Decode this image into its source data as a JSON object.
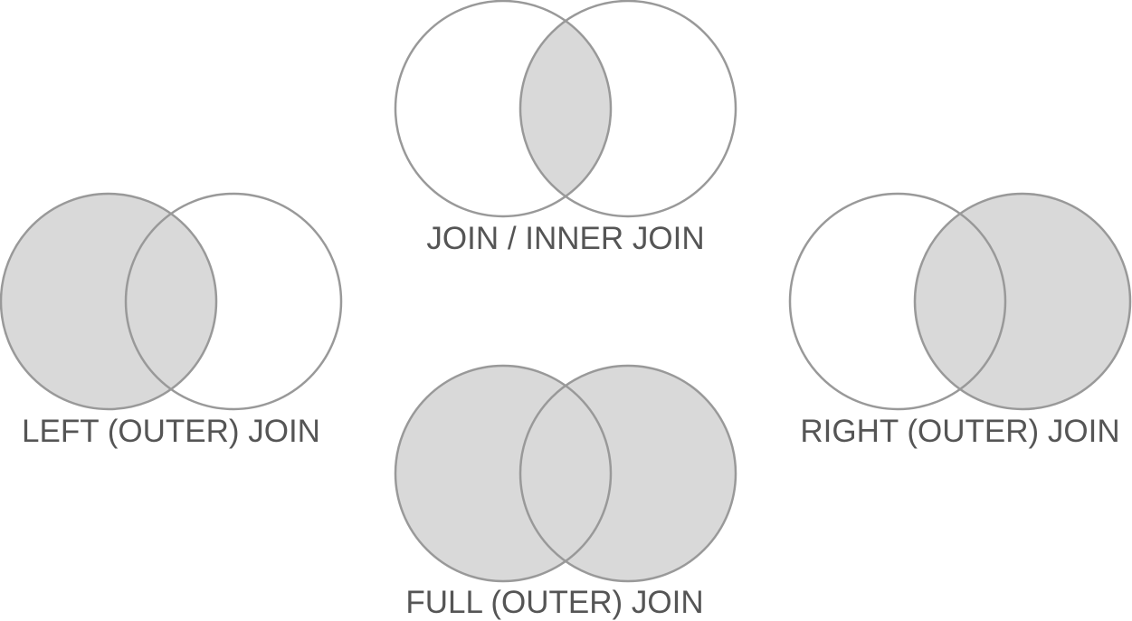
{
  "colors": {
    "stroke": "#999999",
    "fill": "#d9d9d9",
    "label": "#555555",
    "background": "#ffffff"
  },
  "diagrams": [
    {
      "id": "inner",
      "label": "JOIN / INNER JOIN",
      "fill_left": false,
      "fill_intersection": true,
      "fill_right": false
    },
    {
      "id": "left",
      "label": "LEFT (OUTER) JOIN",
      "fill_left": true,
      "fill_intersection": true,
      "fill_right": false
    },
    {
      "id": "right",
      "label": "RIGHT (OUTER) JOIN",
      "fill_left": false,
      "fill_intersection": true,
      "fill_right": true
    },
    {
      "id": "full",
      "label": "FULL (OUTER) JOIN",
      "fill_left": true,
      "fill_intersection": true,
      "fill_right": true
    }
  ]
}
